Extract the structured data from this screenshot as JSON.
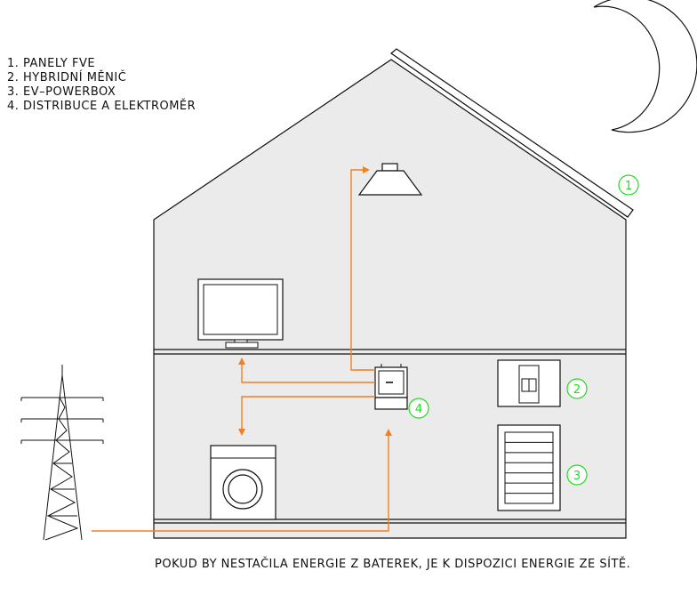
{
  "legend": {
    "items": [
      "1. PANELY FVE",
      "2. HYBRIDNÍ MĚNIČ",
      "3. EV–POWERBOX",
      "4. DISTRIBUCE A ELEKTROMĚR"
    ]
  },
  "markers": {
    "m1": "1",
    "m2": "2",
    "m3": "3",
    "m4": "4"
  },
  "caption": "POKUD BY NESTAČILA ENERGIE Z BATEREK, JE K DISPOZICI ENERGIE ZE SÍTĚ.",
  "colors": {
    "flow": "#f08020",
    "marker": "#22dd22",
    "line": "#111111",
    "wall": "#ebebeb"
  }
}
